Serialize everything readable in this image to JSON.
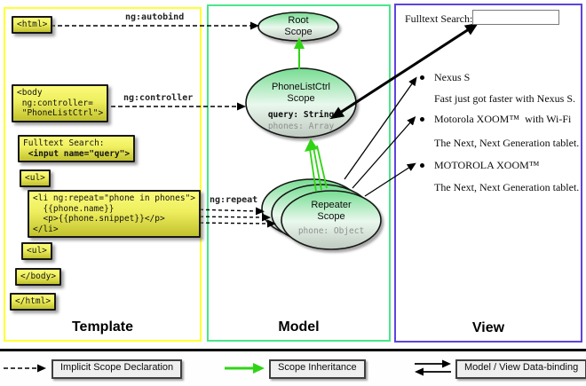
{
  "colors": {
    "template_border": "#ffff33",
    "model_border": "#4be58c",
    "view_border": "#5b45dd",
    "box_yellow_top": "#fbfb7a",
    "box_yellow_bottom": "#c2c22e",
    "scope_green": "#76dd92",
    "inheritance_green": "#30d415",
    "muted_var_text": "#8f8f8f"
  },
  "panels": {
    "template": {
      "label": "Template"
    },
    "model": {
      "label": "Model"
    },
    "view": {
      "label": "View"
    }
  },
  "template": {
    "arrow_labels": {
      "autobind": "ng:autobind",
      "controller": "ng:controller",
      "repeat": "ng:repeat"
    },
    "code_boxes": {
      "html_open": "<html>",
      "body_open": "<body\n ng:controller=\n \"PhoneListCtrl\">",
      "search_label": "Fulltext Search:",
      "search_input": " <input name=\"query\">",
      "ul_open": "<ul>",
      "li_repeat": "<li ng:repeat=\"phone in phones\">\n  {{phone.name}}\n  <p>{{phone.snippet}}</p>\n</li>",
      "ul_close": "<ul>",
      "body_close": "</body>",
      "html_close": "</html>"
    }
  },
  "model": {
    "root_scope": {
      "title": "Root\nScope"
    },
    "phonelist_scope": {
      "title": "PhoneListCtrl\nScope",
      "var_query": "query: String",
      "var_phones": "phones: Array"
    },
    "repeater_scope": {
      "title": "Repeater\nScope",
      "var_phone": "phone: Object"
    }
  },
  "view": {
    "search_label": "Fulltext Search:",
    "search_value": "",
    "items": [
      {
        "title": "Nexus S",
        "desc": "Fast just got faster with Nexus S."
      },
      {
        "title": "Motorola XOOM™  with Wi-Fi",
        "desc": "The Next, Next Generation tablet."
      },
      {
        "title": "MOTOROLA XOOM™",
        "desc": "The Next, Next Generation tablet."
      }
    ]
  },
  "legend": {
    "implicit": "Implicit Scope Declaration",
    "inheritance": "Scope Inheritance",
    "databinding": "Model / View Data-binding"
  }
}
